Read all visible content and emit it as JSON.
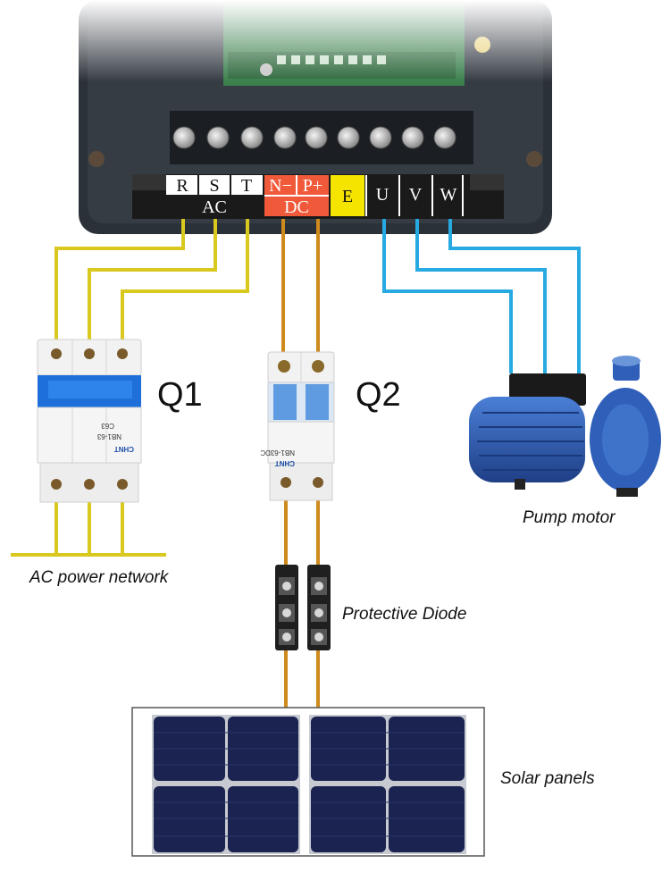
{
  "terminals": {
    "ac": [
      "R",
      "S",
      "T"
    ],
    "dc": [
      "N−",
      "P+"
    ],
    "earth": "E",
    "motor": [
      "U",
      "V",
      "W"
    ]
  },
  "groups": {
    "ac": "AC",
    "dc": "DC"
  },
  "breakers": {
    "q1": {
      "label": "Q1",
      "brand": "CHNT",
      "model": "NB1-63",
      "rating": "C63"
    },
    "q2": {
      "label": "Q2",
      "brand": "CHNT",
      "model": "NB1-63DC"
    }
  },
  "captions": {
    "ac_network": "AC power network",
    "diode": "Protective Diode",
    "solar": "Solar panels",
    "pump": "Pump motor"
  },
  "colors": {
    "ac_wire": "#d9c81e",
    "dc_wire": "#cf8a1e",
    "motor_wire": "#27a9e1",
    "dc_block": "#f05a3a",
    "earth_block": "#f5e400",
    "panel_cell": "#1b2350",
    "pump_body": "#2f5fb8"
  }
}
